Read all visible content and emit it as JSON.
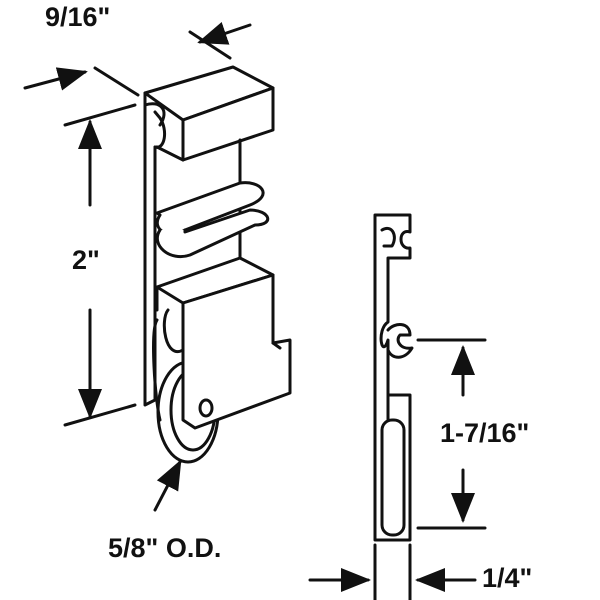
{
  "labels": {
    "width": "9/16\"",
    "height": "2\"",
    "wheel_diameter": "5/8\" O.D.",
    "side_height": "1-7/16\"",
    "thickness": "1/4\""
  },
  "colors": {
    "line": "#111111",
    "background": "#ffffff"
  }
}
